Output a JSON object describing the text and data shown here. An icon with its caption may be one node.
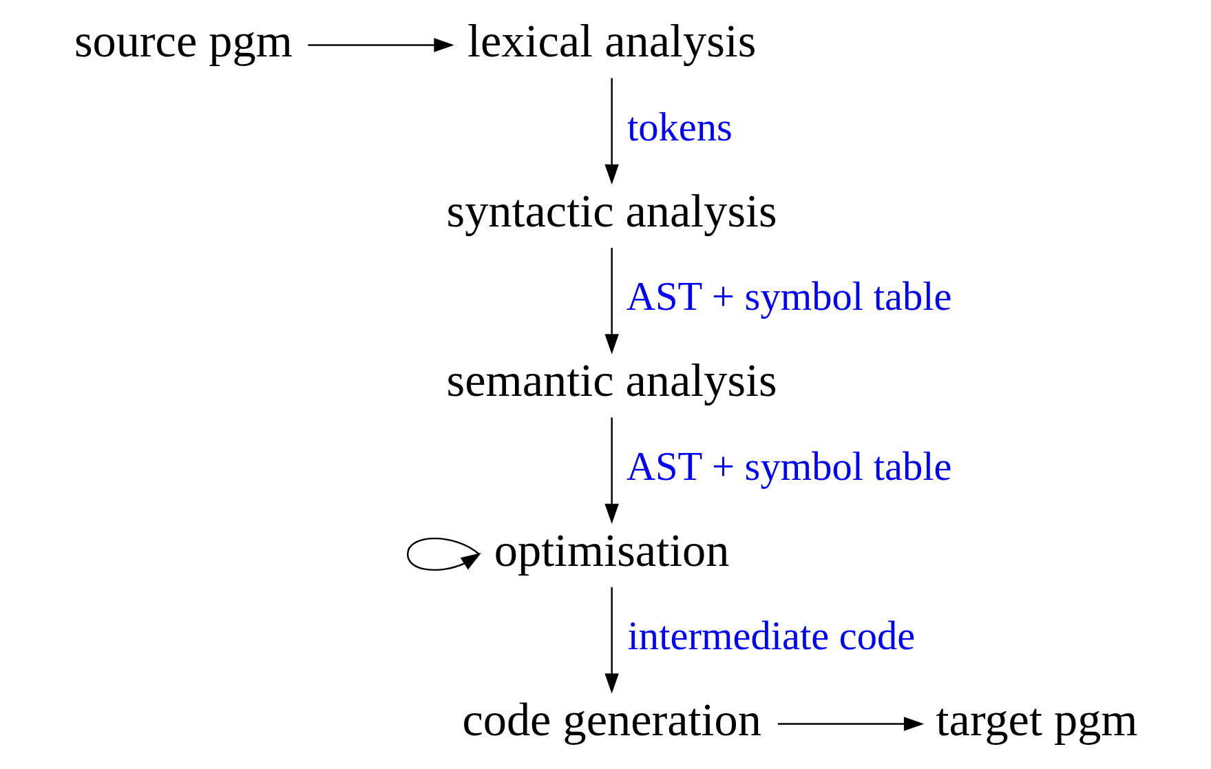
{
  "diagram": {
    "nodes": [
      {
        "text": [
          "source pgm"
        ]
      },
      {
        "text": [
          "lexical analysis"
        ]
      },
      {
        "text": [
          "syntactic analysis"
        ]
      },
      {
        "text": [
          "semantic analysis"
        ]
      },
      {
        "text": [
          "optimisation"
        ]
      },
      {
        "text": [
          "code generation"
        ]
      },
      {
        "text": [
          "target pgm"
        ]
      }
    ],
    "edges": [
      {
        "from": 0,
        "to": 1,
        "arrow": "to"
      },
      {
        "from": 1,
        "to": 2,
        "arrow": "to",
        "label": "tokens"
      },
      {
        "from": 2,
        "to": 3,
        "arrow": "to",
        "label": "AST + symbol table"
      },
      {
        "from": 3,
        "to": 4,
        "arrow": "to",
        "label": "AST + symbol table"
      },
      {
        "from": 4,
        "to": 4,
        "arrow": "to"
      },
      {
        "from": 4,
        "to": 5,
        "arrow": "to",
        "label": "intermediate code"
      },
      {
        "from": 5,
        "to": 6,
        "arrow": "to"
      }
    ]
  }
}
